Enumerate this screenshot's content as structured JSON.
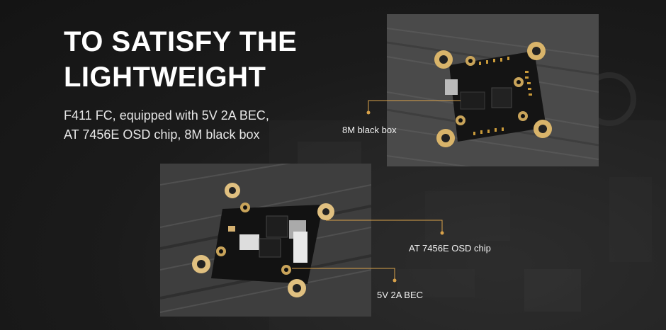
{
  "headline": {
    "line1": "TO SATISFY THE",
    "line2": "LIGHTWEIGHT"
  },
  "description": {
    "line1": "F411 FC, equipped with 5V 2A BEC,",
    "line2": "AT 7456E OSD chip, 8M black box"
  },
  "callouts": {
    "blackbox": "8M black box",
    "osd": "AT 7456E OSD chip",
    "bec": "5V 2A BEC"
  },
  "colors": {
    "background": "#1c1c1c",
    "accent": "#d9a24a",
    "text": "#ffffff"
  }
}
